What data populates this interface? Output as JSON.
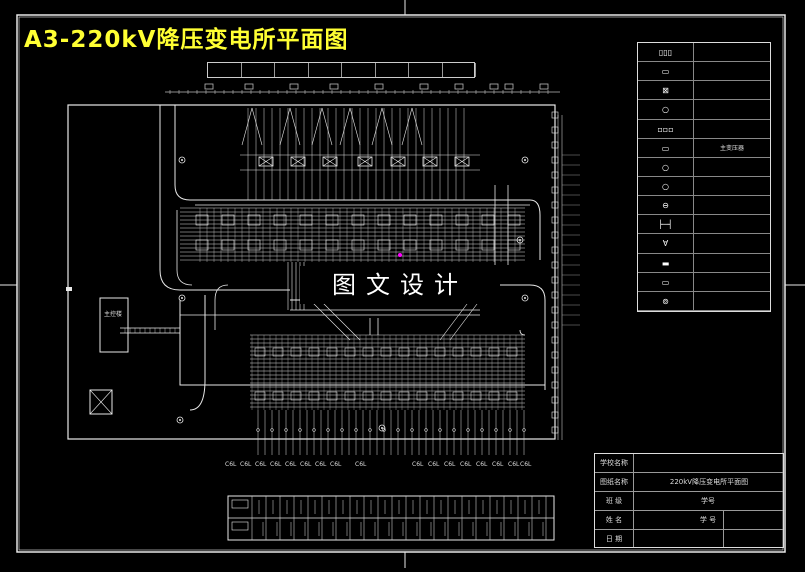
{
  "title": "A3-220kV降压变电所平面图",
  "watermark": "图文设计",
  "bay_labels": [
    "",
    "",
    "",
    "",
    "",
    "",
    "",
    ""
  ],
  "legend": [
    {
      "symbol": "▯▯▯",
      "label": ""
    },
    {
      "symbol": "▭",
      "label": ""
    },
    {
      "symbol": "⊠",
      "label": ""
    },
    {
      "symbol": "○",
      "label": ""
    },
    {
      "symbol": "▫▫▫",
      "label": ""
    },
    {
      "symbol": "▭",
      "label": "主变压器"
    },
    {
      "symbol": "○",
      "label": ""
    },
    {
      "symbol": "○",
      "label": ""
    },
    {
      "symbol": "⊖",
      "label": ""
    },
    {
      "symbol": "├─┤",
      "label": ""
    },
    {
      "symbol": "∀",
      "label": ""
    },
    {
      "symbol": "▬",
      "label": ""
    },
    {
      "symbol": "▭",
      "label": ""
    },
    {
      "symbol": "⊚",
      "label": ""
    }
  ],
  "building_label": "主控楼",
  "feeder_label": "C6L",
  "title_block": {
    "school_label": "学校名称",
    "drawing_label": "图纸名称",
    "drawing_name": "220kV降压变电所平面图",
    "class_label": "班 级",
    "name_label": "姓 名",
    "date_label": "日 期",
    "id_label": "学号",
    "number_label": "学 号"
  }
}
